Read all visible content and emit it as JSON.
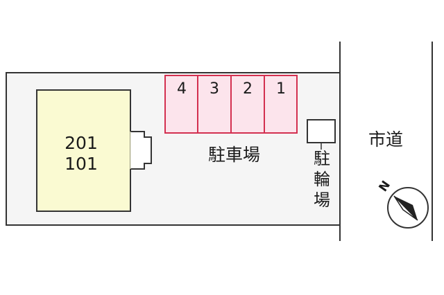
{
  "building": {
    "units": [
      "201",
      "101"
    ]
  },
  "parking": {
    "spaces": [
      "4",
      "3",
      "2",
      "1"
    ],
    "label": "駐車場"
  },
  "bicycle_parking": {
    "label": [
      "駐",
      "輪",
      "場"
    ]
  },
  "road": {
    "label": "市道"
  },
  "compass": {
    "north_label": "N"
  },
  "colors": {
    "building_fill": "#fafad2",
    "lot_fill": "#f5f5f5",
    "parking_fill": "#fce4ec",
    "parking_stroke": "#d32f4f",
    "outline": "#333333"
  }
}
